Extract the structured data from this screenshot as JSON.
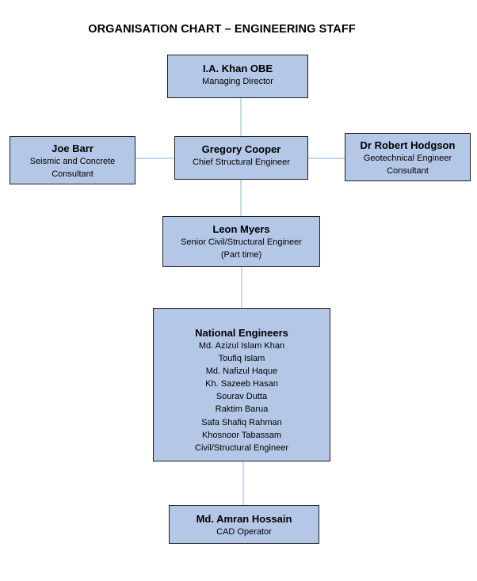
{
  "title": "ORGANISATION CHART – ENGINEERING STAFF",
  "colors": {
    "box_fill": "#b4c7e7",
    "box_border": "#1f1f1f",
    "connector": "#9dc3e6"
  },
  "nodes": {
    "khan": {
      "name": "I.A. Khan OBE",
      "role": "Managing Director"
    },
    "barr": {
      "name": "Joe Barr",
      "role": "Seismic and Concrete",
      "role2": "Consultant"
    },
    "cooper": {
      "name": "Gregory Cooper",
      "role": "Chief Structural Engineer"
    },
    "hodgson": {
      "name": "Dr Robert Hodgson",
      "role": "Geotechnical Engineer",
      "role2": "Consultant"
    },
    "myers": {
      "name": "Leon Myers",
      "role": "Senior Civil/Structural Engineer",
      "role2": "(Part time)"
    },
    "national": {
      "name": "National Engineers",
      "members": [
        "Md. Azizul Islam Khan",
        "Toufiq Islam",
        "Md. Nafizul Haque",
        "Kh. Sazeeb Hasan",
        "Sourav Dutta",
        "Raktim Barua",
        "Safa Shafiq Rahman",
        "Khosnoor Tabassam"
      ],
      "role": "Civil/Structural Engineer"
    },
    "hossain": {
      "name": "Md. Amran Hossain",
      "role": "CAD Operator"
    }
  }
}
